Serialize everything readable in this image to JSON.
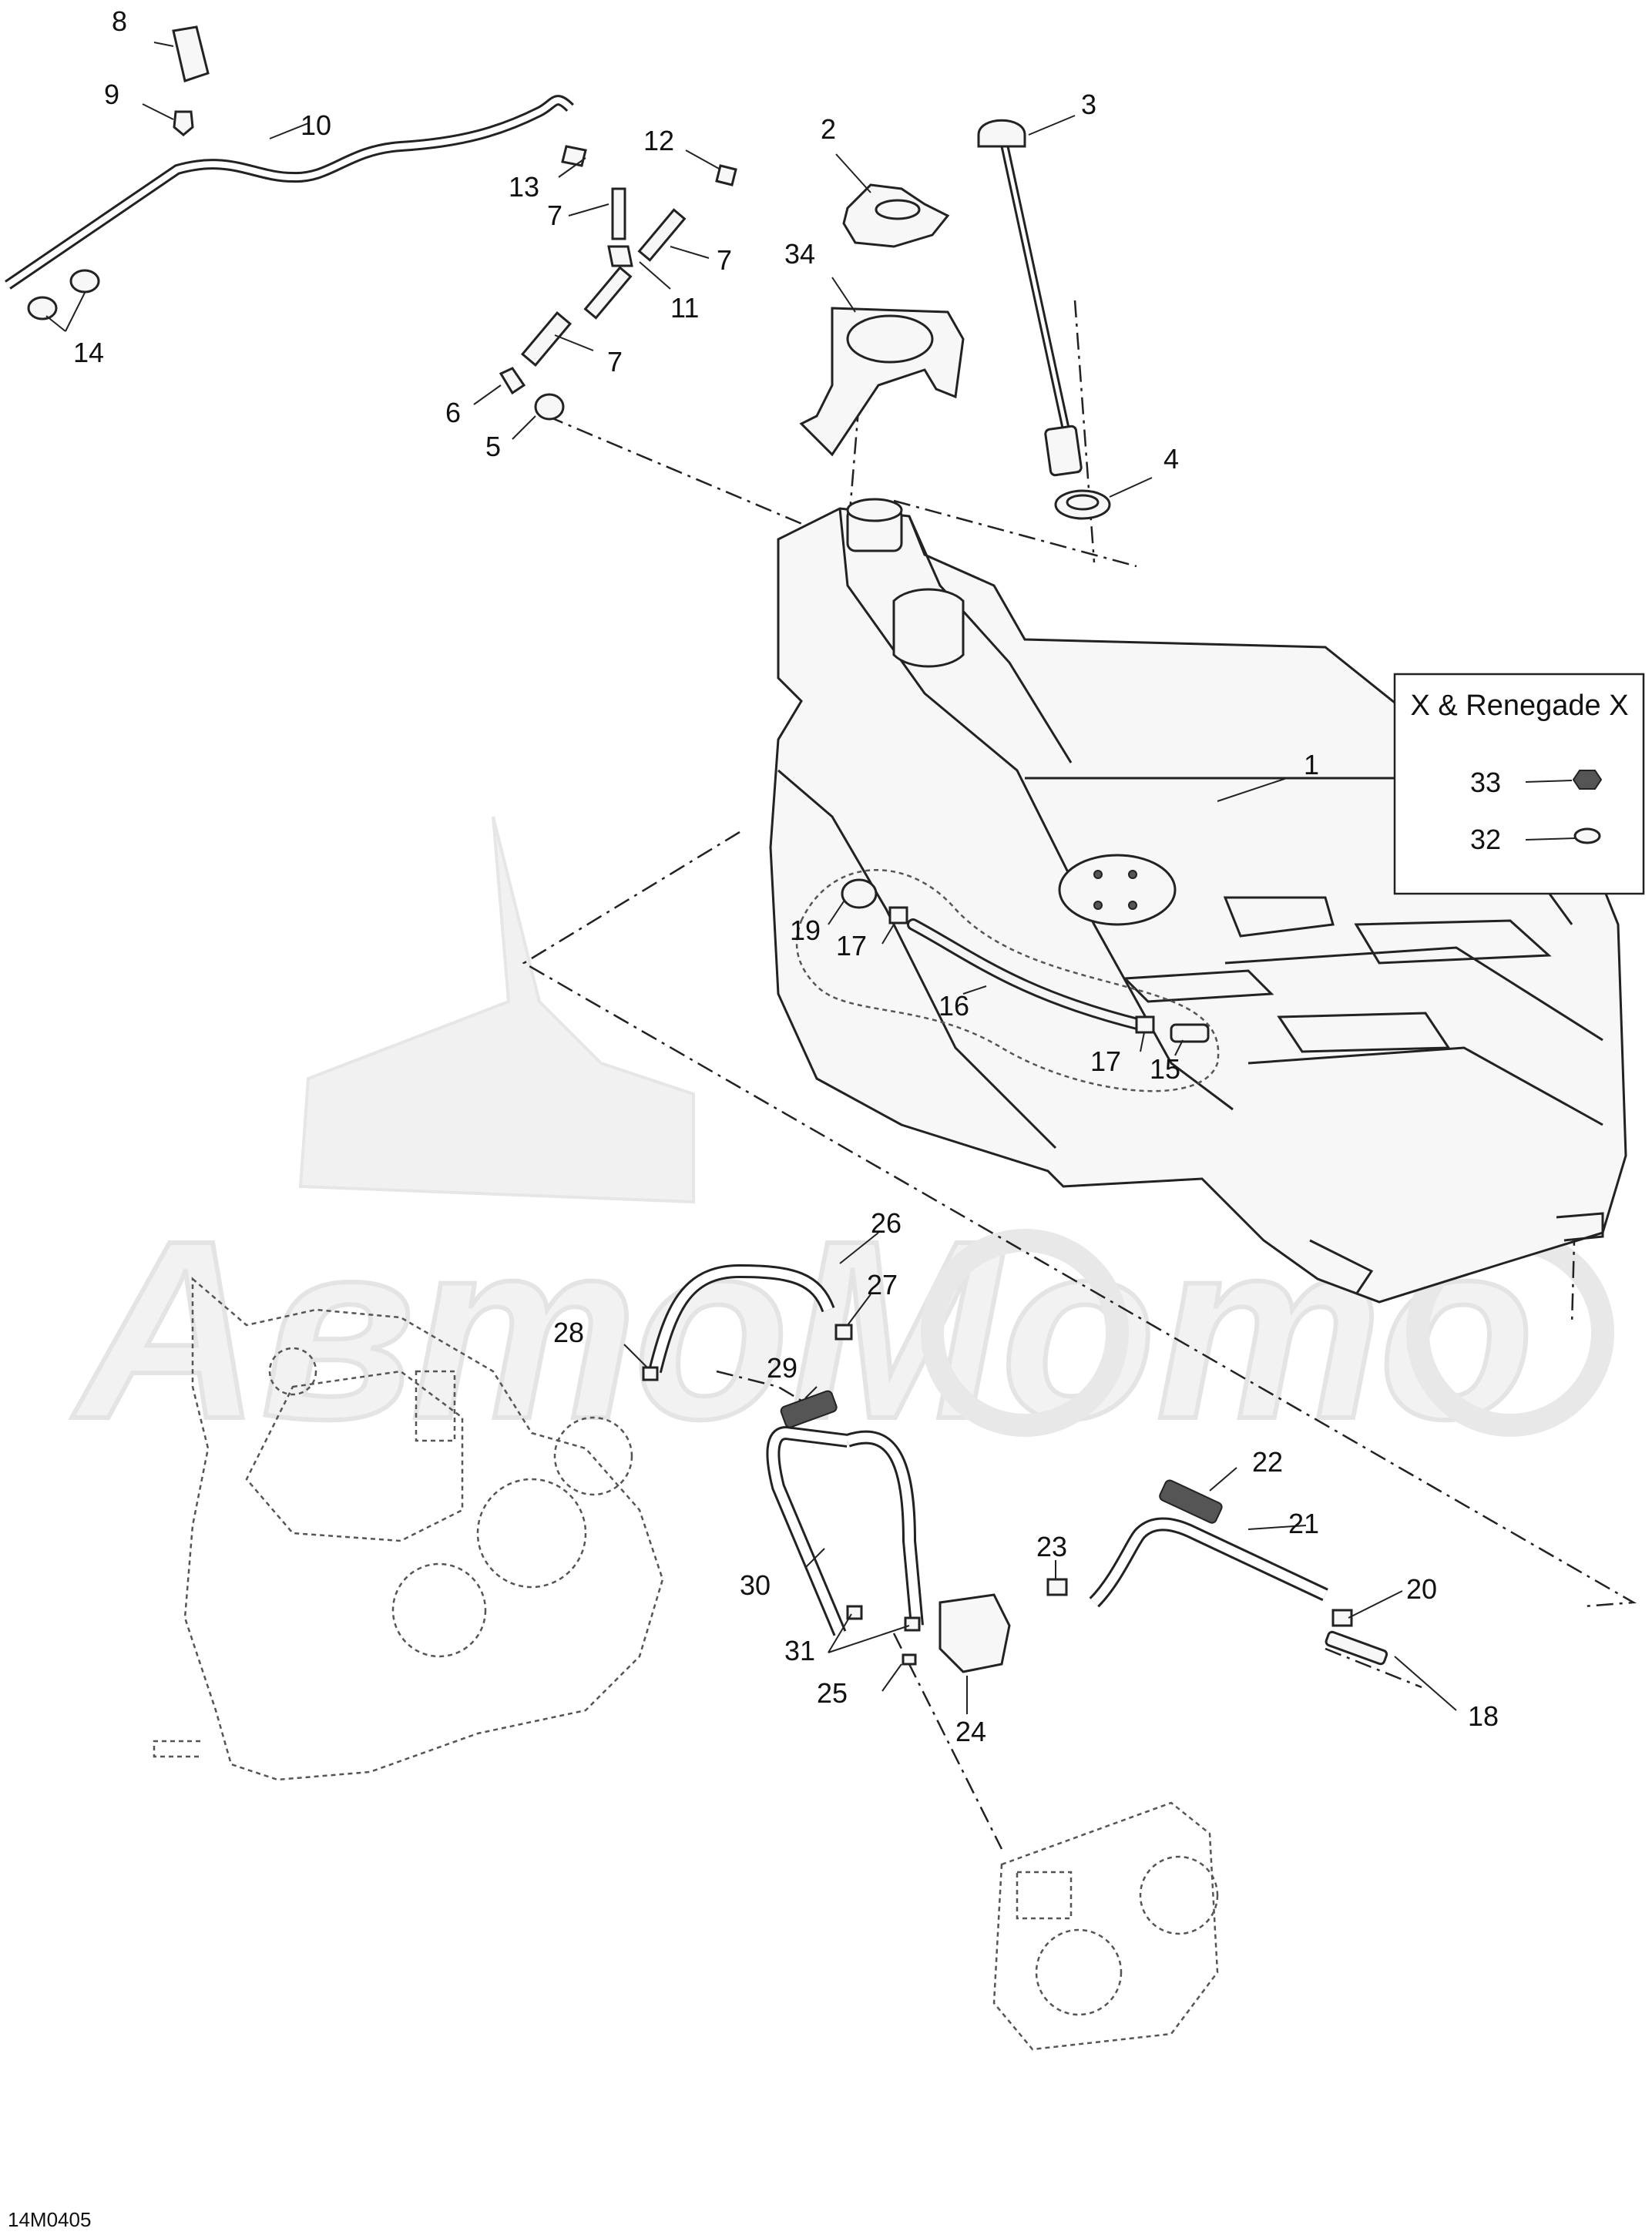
{
  "diagram": {
    "drawing_code": "14M0405",
    "inset_box_title": "X & Renegade X",
    "watermark_text": "АвтоМото",
    "callouts": [
      "1",
      "2",
      "3",
      "4",
      "5",
      "6",
      "7",
      "7",
      "7",
      "8",
      "9",
      "10",
      "11",
      "12",
      "13",
      "14",
      "15",
      "16",
      "17",
      "17",
      "18",
      "19",
      "20",
      "21",
      "22",
      "23",
      "24",
      "25",
      "26",
      "27",
      "28",
      "29",
      "30",
      "31",
      "32",
      "33",
      "34"
    ]
  },
  "callouts": {
    "c1": "1",
    "c2": "2",
    "c3": "3",
    "c4": "4",
    "c5": "5",
    "c6": "6",
    "c7a": "7",
    "c7b": "7",
    "c7c": "7",
    "c8": "8",
    "c9": "9",
    "c10": "10",
    "c11": "11",
    "c12": "12",
    "c13": "13",
    "c14": "14",
    "c15": "15",
    "c16": "16",
    "c17a": "17",
    "c17b": "17",
    "c18": "18",
    "c19": "19",
    "c20": "20",
    "c21": "21",
    "c22": "22",
    "c23": "23",
    "c24": "24",
    "c25": "25",
    "c26": "26",
    "c27": "27",
    "c28": "28",
    "c29": "29",
    "c30": "30",
    "c31": "31",
    "c32": "32",
    "c33": "33",
    "c34": "34"
  }
}
